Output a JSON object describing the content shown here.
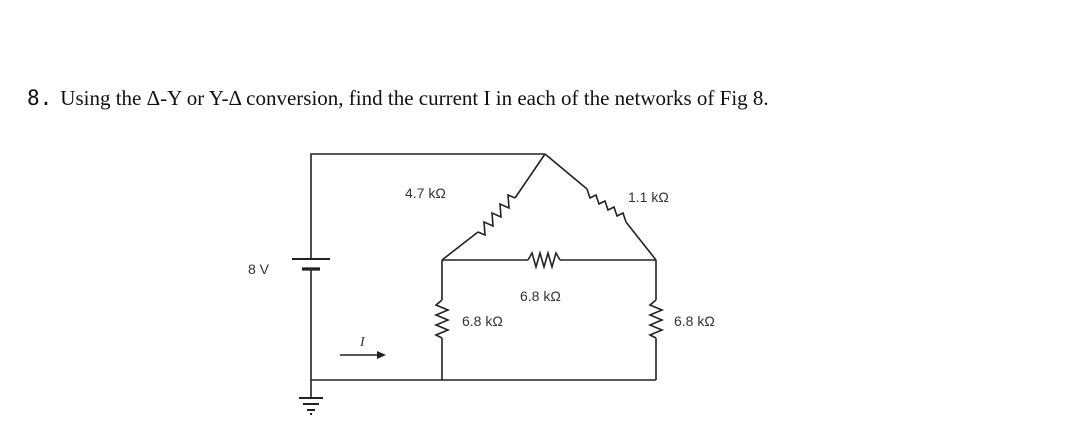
{
  "question": {
    "number": "8.",
    "text": "Using the Δ-Y or Y-Δ conversion, find the current I in each of the networks of Fig 8."
  },
  "circuit": {
    "source_label": "8 V",
    "current_label": "I",
    "resistors": {
      "top_left": "4.7 kΩ",
      "top_right": "1.1 kΩ",
      "middle": "6.8 kΩ",
      "bottom_left": "6.8 kΩ",
      "bottom_right": "6.8 kΩ"
    }
  }
}
